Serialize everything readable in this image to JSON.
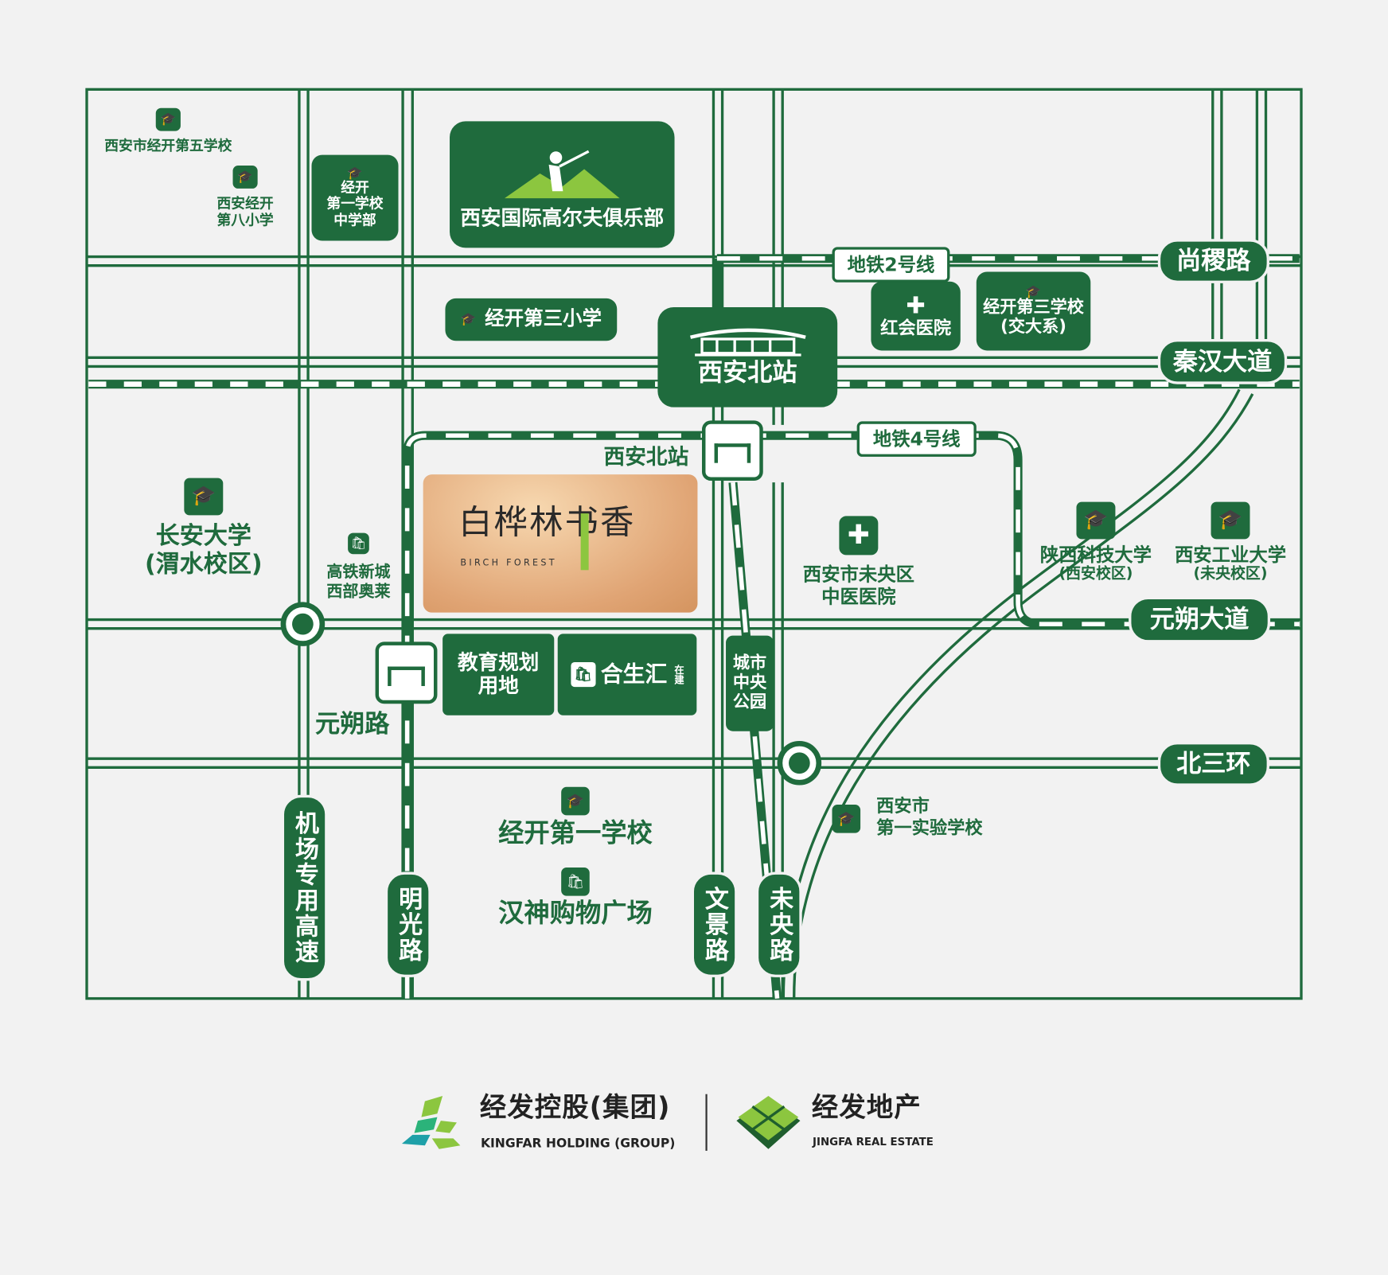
{
  "map": {
    "golf_club": "西安国际高尔夫俱乐部",
    "schools": {
      "jingkai_5": "西安市经开第五学校",
      "jingkai_8_line1": "西安经开",
      "jingkai_8_line2": "第八小学",
      "jingkai_1_middle_line1": "经开",
      "jingkai_1_middle_line2": "第一学校",
      "jingkai_1_middle_line3": "中学部",
      "jingkai_3_primary": "经开第三小学",
      "jingkai_3_school_line1": "经开第三学校",
      "jingkai_3_school_line2": "(交大系)",
      "changan_univ_line1": "长安大学",
      "changan_univ_line2": "(渭水校区)",
      "sust_line1": "陕西科技大学",
      "sust_line2": "(西安校区)",
      "xatu_line1": "西安工业大学",
      "xatu_line2": "(未央校区)",
      "jingkai_1": "经开第一学校",
      "exp_school_line1": "西安市",
      "exp_school_line2": "第一实验学校"
    },
    "hospitals": {
      "honghui": "红会医院",
      "weiyang_tcm_line1": "西安市未央区",
      "weiyang_tcm_line2": "中医医院"
    },
    "shopping": {
      "outlet_line1": "高铁新城",
      "outlet_line2": "西部奥莱",
      "hysh": "合生汇",
      "hysh_note": "在建",
      "hanshen": "汉神购物广场"
    },
    "station": "西安北站",
    "metro_station": "西安北站",
    "metro_line_2": "地铁2号线",
    "metro_line_4": "地铁4号线",
    "edu_land_line1": "教育规划",
    "edu_land_line2": "用地",
    "park_line1": "城市",
    "park_line2": "中央",
    "park_line3": "公园",
    "project": {
      "name_cn": "白桦林书香",
      "name_en": "BIRCH FOREST"
    },
    "roads": {
      "shangji": "尚稷路",
      "qinhan": "秦汉大道",
      "yuanshuo_ave": "元朔大道",
      "north_3rd_ring": "北三环",
      "yuanshuo_rd": "元朔路",
      "airport_expwy": "机场专用高速",
      "mingguang": "明光路",
      "wenjing": "文景路",
      "weiyang": "未央路"
    }
  },
  "footer": {
    "kingfar_cn": "经发控股(集团)",
    "kingfar_en": "KINGFAR HOLDING (GROUP)",
    "jingfa_cn": "经发地产",
    "jingfa_en": "JINGFA REAL ESTATE"
  },
  "colors": {
    "brand_green": "#1f6b3d",
    "accent_green": "#8cc63f",
    "background": "#f2f2f2"
  }
}
